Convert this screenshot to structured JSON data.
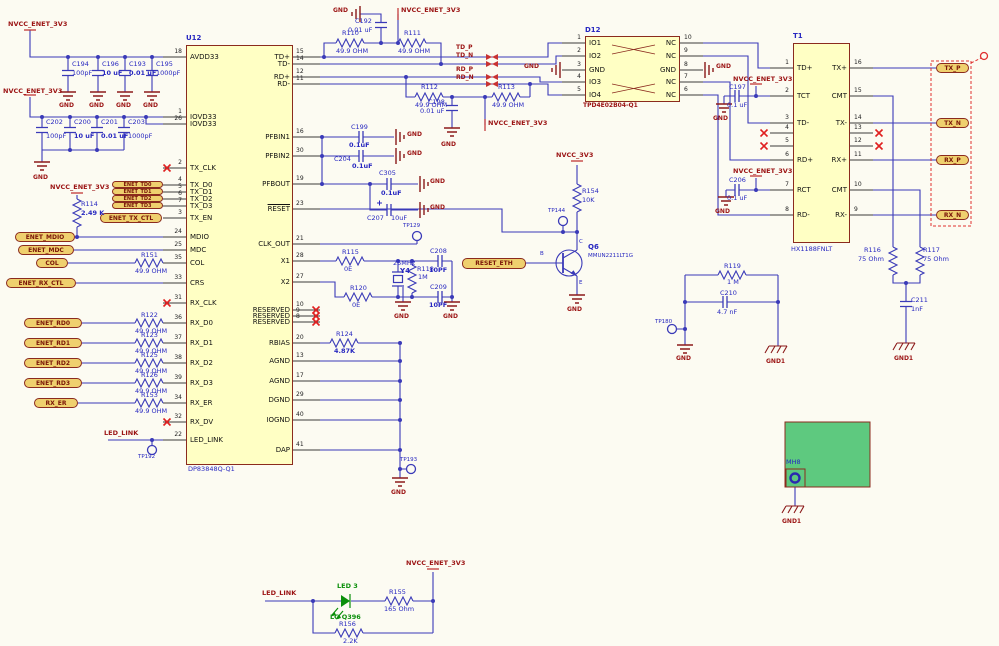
{
  "power": {
    "nvcc_enet_3v3": "NVCC_ENET_3V3",
    "nvcc_3v3": "NVCC_3V3",
    "gnd": "GND",
    "gnd1": "GND1"
  },
  "labels": {
    "led_link": "LED_LINK",
    "td_p": "TD_P",
    "td_n": "TD_N",
    "rd_p": "RD_P",
    "rd_n": "RD_N"
  },
  "u12": {
    "ref": "U12",
    "part": "DP83848Q-Q1",
    "left_pins": [
      {
        "num": "18",
        "name": "AVDD33"
      },
      {
        "num": "1",
        "name": "IOVD33"
      },
      {
        "num": "26",
        "name": "IOVD33"
      },
      {
        "num": "2",
        "name": "TX_CLK",
        "nc": true
      },
      {
        "num": "4",
        "name": "TX_D0"
      },
      {
        "num": "5",
        "name": "TX_D1"
      },
      {
        "num": "6",
        "name": "TX_D2"
      },
      {
        "num": "7",
        "name": "TX_D3"
      },
      {
        "num": "3",
        "name": "TX_EN"
      },
      {
        "num": "24",
        "name": "MDIO"
      },
      {
        "num": "25",
        "name": "MDC"
      },
      {
        "num": "35",
        "name": "COL"
      },
      {
        "num": "33",
        "name": "CRS"
      },
      {
        "num": "31",
        "name": "RX_CLK",
        "nc": true
      },
      {
        "num": "36",
        "name": "RX_D0"
      },
      {
        "num": "37",
        "name": "RX_D1"
      },
      {
        "num": "38",
        "name": "RX_D2"
      },
      {
        "num": "39",
        "name": "RX_D3"
      },
      {
        "num": "34",
        "name": "RX_ER"
      },
      {
        "num": "32",
        "name": "RX_DV",
        "nc": true
      },
      {
        "num": "22",
        "name": "LED_LINK"
      }
    ],
    "right_pins": [
      {
        "num": "15",
        "name": "TD+"
      },
      {
        "num": "14",
        "name": "TD-"
      },
      {
        "num": "12",
        "name": "RD+"
      },
      {
        "num": "11",
        "name": "RD-"
      },
      {
        "num": "16",
        "name": "PFBIN1"
      },
      {
        "num": "30",
        "name": "PFBIN2"
      },
      {
        "num": "19",
        "name": "PFBOUT"
      },
      {
        "num": "23",
        "name": "RESET",
        "bar": true
      },
      {
        "num": "21",
        "name": "CLK_OUT"
      },
      {
        "num": "28",
        "name": "X1"
      },
      {
        "num": "27",
        "name": "X2"
      },
      {
        "num": "10",
        "name": "RESERVED",
        "nc": true
      },
      {
        "num": "9",
        "name": "RESERVED",
        "nc": true
      },
      {
        "num": "8",
        "name": "RESERVED",
        "nc": true
      },
      {
        "num": "20",
        "name": "RBIAS"
      },
      {
        "num": "13",
        "name": "AGND"
      },
      {
        "num": "17",
        "name": "AGND"
      },
      {
        "num": "29",
        "name": "DGND"
      },
      {
        "num": "40",
        "name": "IOGND"
      },
      {
        "num": "41",
        "name": "DAP"
      }
    ]
  },
  "d12": {
    "ref": "D12",
    "part": "TPD4E02B04-Q1",
    "left_pins": [
      {
        "num": "1",
        "name": "IO1"
      },
      {
        "num": "2",
        "name": "IO2"
      },
      {
        "num": "3",
        "name": "GND"
      },
      {
        "num": "4",
        "name": "IO3"
      },
      {
        "num": "5",
        "name": "IO4"
      }
    ],
    "right_pins": [
      {
        "num": "10",
        "name": "NC"
      },
      {
        "num": "9",
        "name": "NC"
      },
      {
        "num": "8",
        "name": "GND"
      },
      {
        "num": "7",
        "name": "NC"
      },
      {
        "num": "6",
        "name": "NC"
      }
    ]
  },
  "t1": {
    "ref": "T1",
    "part": "HX1188FNLT",
    "left_pins": [
      {
        "num": "1",
        "name": "TD+"
      },
      {
        "num": "2",
        "name": "TCT"
      },
      {
        "num": "3",
        "name": "TD-"
      },
      {
        "num": "4",
        "name": "",
        "nc": true
      },
      {
        "num": "5",
        "name": "",
        "nc": true
      },
      {
        "num": "6",
        "name": "RD+"
      },
      {
        "num": "7",
        "name": "RCT"
      },
      {
        "num": "8",
        "name": "RD-"
      }
    ],
    "right_pins": [
      {
        "num": "16",
        "name": "TX+"
      },
      {
        "num": "15",
        "name": "CMT"
      },
      {
        "num": "14",
        "name": "TX-"
      },
      {
        "num": "13",
        "name": "",
        "nc": true
      },
      {
        "num": "12",
        "name": "",
        "nc": true
      },
      {
        "num": "11",
        "name": "RX+"
      },
      {
        "num": "10",
        "name": "CMT"
      },
      {
        "num": "9",
        "name": "RX-"
      }
    ]
  },
  "q6": {
    "ref": "Q6",
    "part": "MMUN2211LT1G",
    "b": "B",
    "c": "C",
    "e": "E"
  },
  "crystal": {
    "ref": "Y4",
    "val": "25MHz"
  },
  "led": {
    "ref": "LED 3",
    "part": "LG Q396"
  },
  "mh": {
    "ref": "MH8"
  },
  "test_points": {
    "tp129": "TP129",
    "tp144": "TP144",
    "tp180": "TP180",
    "tp192": "TP192",
    "tp193": "TP193"
  },
  "caps": {
    "C194": {
      "ref": "C194",
      "val": "100pF"
    },
    "C196": {
      "ref": "C196",
      "val": "10 uF"
    },
    "C193": {
      "ref": "C193",
      "val": "0.01 uF"
    },
    "C195": {
      "ref": "C195",
      "val": "1000pF"
    },
    "C202": {
      "ref": "C202",
      "val": "100pF"
    },
    "C200": {
      "ref": "C200",
      "val": "10 uF"
    },
    "C201": {
      "ref": "C201",
      "val": "0.01 uF"
    },
    "C203": {
      "ref": "C203",
      "val": "1000pF"
    },
    "C192": {
      "ref": "C192",
      "val": "0.01 uF"
    },
    "C198": {
      "ref": "C198",
      "val": "0.01 uF"
    },
    "C197": {
      "ref": "C197",
      "val": "0.1 uF"
    },
    "C206": {
      "ref": "C206",
      "val": "0.1 uF"
    },
    "C199": {
      "ref": "C199",
      "val": "0.1uF"
    },
    "C204": {
      "ref": "C204",
      "val": "0.1uF"
    },
    "C305": {
      "ref": "C305",
      "val": "0.1uF"
    },
    "C207": {
      "ref": "C207",
      "val": "10uF"
    },
    "C208": {
      "ref": "C208",
      "val": "10PF"
    },
    "C209": {
      "ref": "C209",
      "val": "10PF"
    },
    "C210": {
      "ref": "C210",
      "val": "4.7 nF"
    },
    "C211": {
      "ref": "C211",
      "val": "1nF"
    }
  },
  "resistors": {
    "R110": {
      "ref": "R110",
      "val": "49.9 OHM"
    },
    "R111": {
      "ref": "R111",
      "val": "49.9 OHM"
    },
    "R112": {
      "ref": "R112",
      "val": "49.9 OHM"
    },
    "R113": {
      "ref": "R113",
      "val": "49.9 OHM"
    },
    "R114": {
      "ref": "R114",
      "val": "2.49 K"
    },
    "R151": {
      "ref": "R151",
      "val": "49.9 OHM"
    },
    "R122": {
      "ref": "R122",
      "val": "49.9 OHM"
    },
    "R123": {
      "ref": "R123",
      "val": "49.9 OHM"
    },
    "R125": {
      "ref": "R125",
      "val": "49.9 OHM"
    },
    "R126": {
      "ref": "R126",
      "val": "49.9 OHM"
    },
    "R153": {
      "ref": "R153",
      "val": "49.9 OHM"
    },
    "R115": {
      "ref": "R115",
      "val": "0E"
    },
    "R120": {
      "ref": "R120",
      "val": "0E"
    },
    "R118": {
      "ref": "R118",
      "val": "1M"
    },
    "R124": {
      "ref": "R124",
      "val": "4.87K"
    },
    "R154": {
      "ref": "R154",
      "val": "10K"
    },
    "R119": {
      "ref": "R119",
      "val": "1 M"
    },
    "R116": {
      "ref": "R116",
      "val": "75 Ohm"
    },
    "R117": {
      "ref": "R117",
      "val": "75 Ohm"
    },
    "R155": {
      "ref": "R155",
      "val": "165 Ohm"
    },
    "R156": {
      "ref": "R156",
      "val": "2.2K"
    }
  },
  "nets": {
    "ENET_TD0": "ENET_TD0",
    "ENET_TD1": "ENET_TD1",
    "ENET_TD2": "ENET_TD2",
    "ENET_TD3": "ENET_TD3",
    "ENET_TX_CTL": "ENET_TX_CTL",
    "ENET_MDIO": "ENET_MDIO",
    "ENET_MDC": "ENET_MDC",
    "COL": "COL",
    "ENET_RX_CTL": "ENET_RX_CTL",
    "ENET_RD0": "ENET_RD0",
    "ENET_RD1": "ENET_RD1",
    "ENET_RD2": "ENET_RD2",
    "ENET_RD3": "ENET_RD3",
    "RX_ER": "RX_ER",
    "RESET_ETH": "RESET_ETH",
    "TX_P": "TX_P",
    "TX_N": "TX_N",
    "RX_P": "RX_P",
    "RX_N": "RX_N"
  }
}
